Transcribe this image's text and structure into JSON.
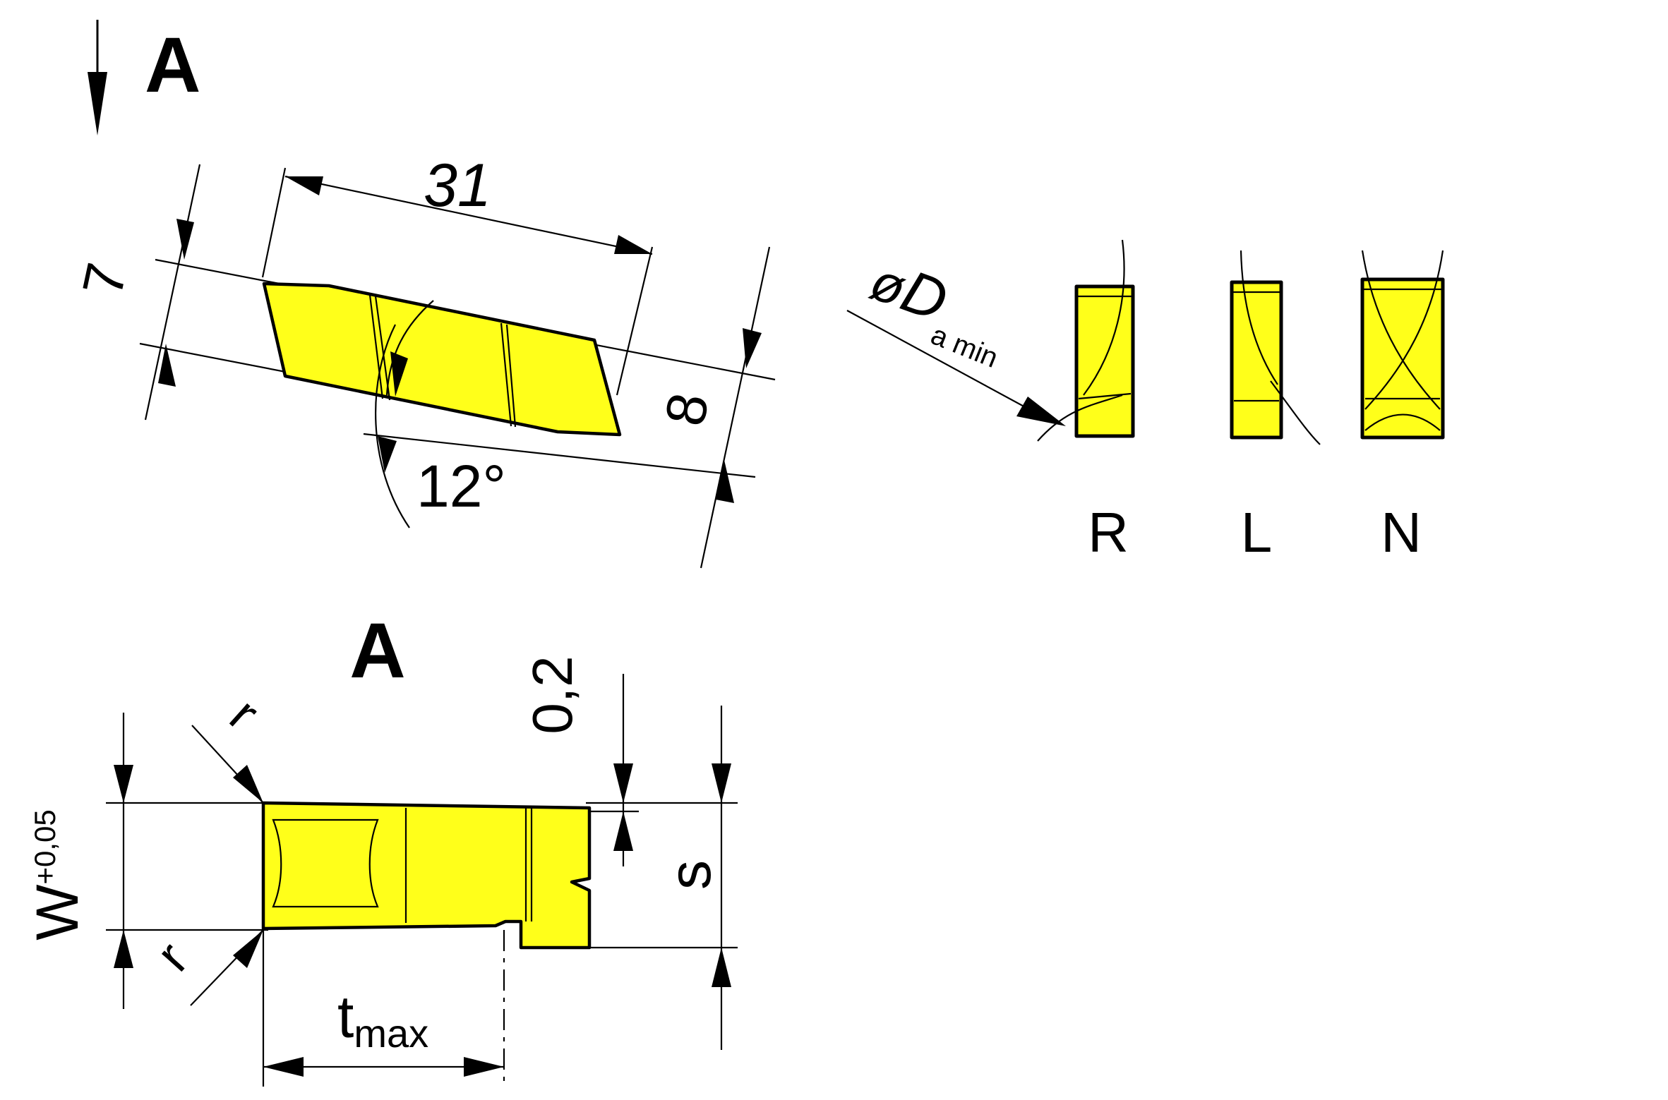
{
  "views": {
    "arrow_label": "A",
    "section_label": "A"
  },
  "top_view": {
    "length": "31",
    "width_top": "7",
    "width_side": "8",
    "angle": "12°"
  },
  "diameter": {
    "symbol": "ø",
    "letter": "D",
    "subscript": "a min"
  },
  "variants": [
    "R",
    "L",
    "N"
  ],
  "section_view": {
    "radius_top": "r",
    "radius_bottom": "r",
    "width_base": "W",
    "width_tolerance": "+0,05",
    "depth_base": "t",
    "depth_subscript": "max",
    "chamfer": "0,2",
    "thickness": "s"
  },
  "colors": {
    "insert_fill": "#ffff1a",
    "line": "#000000"
  }
}
